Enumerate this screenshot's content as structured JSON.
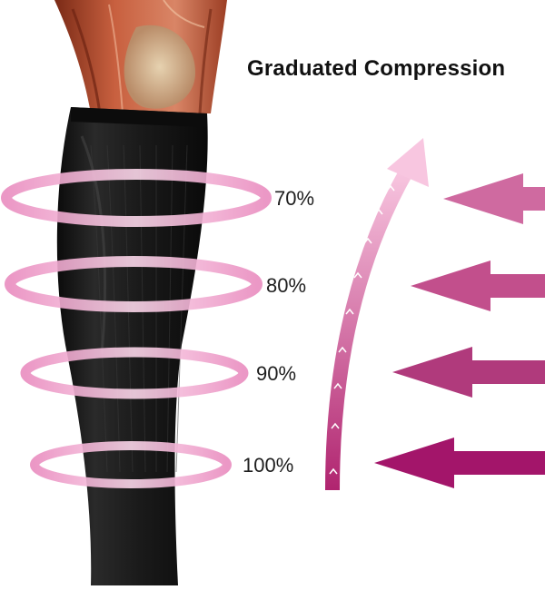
{
  "title": "Graduated Compression",
  "levels": [
    {
      "label": "70%",
      "value": 70
    },
    {
      "label": "80%",
      "value": 80
    },
    {
      "label": "90%",
      "value": 90
    },
    {
      "label": "100%",
      "value": 100
    }
  ],
  "colors": {
    "ring_light": "#f7c6de",
    "ring_dark": "#e978b4",
    "arrow_lightest": "#cf6aa0",
    "arrow_mid": "#c24f8c",
    "arrow_dark": "#b03a7c",
    "arrow_darkest": "#a3156a",
    "curve_top": "#f8b8d8",
    "curve_bottom": "#b0246f",
    "sock": "#141414",
    "muscle": "#b8563a"
  },
  "icons": [
    "leg-illustration",
    "compression-ring",
    "pressure-arrow",
    "curved-up-arrow"
  ]
}
